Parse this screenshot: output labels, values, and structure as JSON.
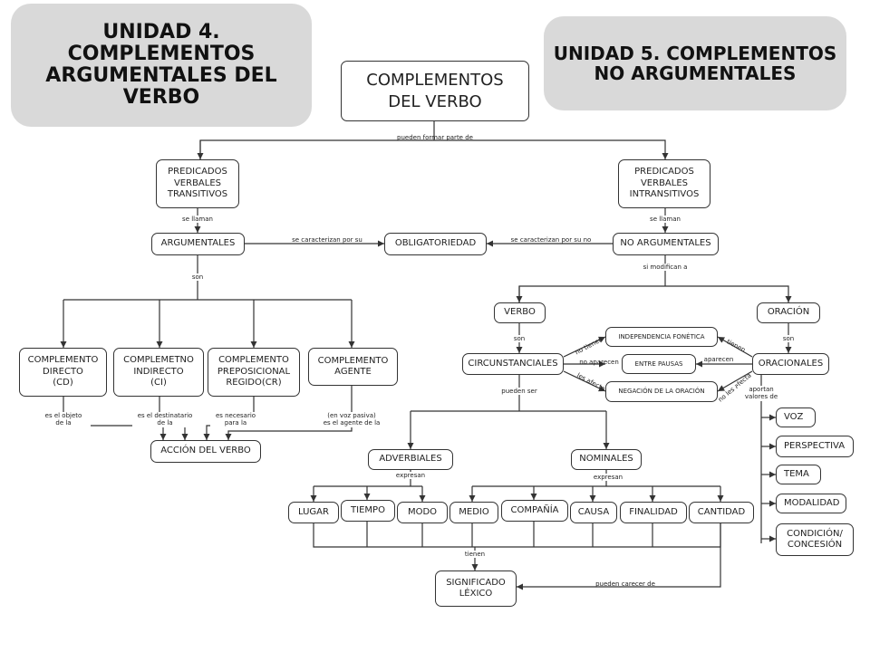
{
  "unit4": "UNIDAD 4. COMPLEMENTOS ARGUMENTALES DEL VERBO",
  "unit5": "UNIDAD 5. COMPLEMENTOS NO ARGUMENTALES",
  "root": "COMPLEMENTOS\nDEL VERBO",
  "nodes": {
    "pred_trans": "PREDICADOS\nVERBALES\nTRANSITIVOS",
    "pred_intrans": "PREDICADOS\nVERBALES\nINTRANSITIVOS",
    "argumentales": "ARGUMENTALES",
    "obligatoriedad": "OBLIGATORIEDAD",
    "no_argumentales": "NO ARGUMENTALES",
    "cd": "COMPLEMENTO\nDIRECTO\n(CD)",
    "ci": "COMPLEMETNO\nINDIRECTO\n(CI)",
    "cr": "COMPLEMENTO\nPREPOSICIONAL\nREGIDO(CR)",
    "agente": "COMPLEMENTO\nAGENTE",
    "accion": "ACCIÓN DEL VERBO",
    "verbo": "VERBO",
    "oracion": "ORACIÓN",
    "circ": "CIRCUNSTANCIALES",
    "oracionales": "ORACIONALES",
    "indep": "INDEPENDENCIA FONÉTICA",
    "pausas": "ENTRE PAUSAS",
    "negacion": "NEGACIÓN DE LA ORACIÓN",
    "adverbiales": "ADVERBIALES",
    "nominales": "NOMINALES",
    "lugar": "LUGAR",
    "tiempo": "TIEMPO",
    "modo": "MODO",
    "medio": "MEDIO",
    "compania": "COMPAÑÍA",
    "causa": "CAUSA",
    "finalidad": "FINALIDAD",
    "cantidad": "CANTIDAD",
    "significado": "SIGNIFICADO\nLÉXICO",
    "voz": "VOZ",
    "perspectiva": "PERSPECTIVA",
    "tema": "TEMA",
    "modalidad": "MODALIDAD",
    "condicion": "CONDICIÓN/\nCONCESIÓN"
  },
  "labels": {
    "pueden_formar": "pueden formar parte de",
    "se_llaman_1": "se llaman",
    "se_llaman_2": "se llaman",
    "caract_su": "se caracterizan por su",
    "caract_su_no": "se caracterizan por su no",
    "son_1": "son",
    "si_modifican": "si modifican a",
    "es_objeto": "es el objeto\nde la",
    "es_destinatario": "es el destinatario\nde la",
    "es_necesario": "es necesario\npara la",
    "voz_pasiva": "(en voz pasiva)\nes el agente de la",
    "son_2": "son",
    "son_3": "son",
    "no_tienen": "no tienen",
    "no_aparecen": "no aparecen",
    "les_afecta": "les afecta",
    "tienen": "tienen",
    "aparecen": "aparecen",
    "no_les_afecta": "no les afecta",
    "pueden_ser": "pueden ser",
    "aportan": "aportan\nvalores de",
    "expresan_1": "expresan",
    "expresan_2": "expresan",
    "tienen_2": "tienen",
    "pueden_carecer": "pueden carecer de"
  }
}
